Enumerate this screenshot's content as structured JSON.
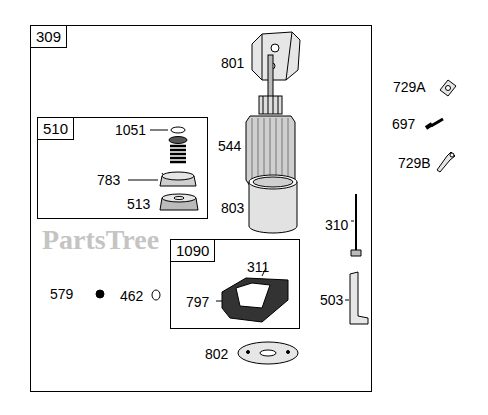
{
  "diagram": {
    "nodes": [
      {
        "text": [
          "309"
        ]
      },
      {
        "text": [
          "510"
        ],
        "in": 0
      },
      {
        "text": [
          "1090"
        ],
        "in": 0
      }
    ],
    "labels": [
      "801",
      "544",
      "803",
      "310",
      "503",
      "579",
      "462",
      "802",
      "311",
      "797",
      "1051",
      "783",
      "513",
      "729A",
      "697",
      "729B",
      "PartsTree"
    ]
  }
}
